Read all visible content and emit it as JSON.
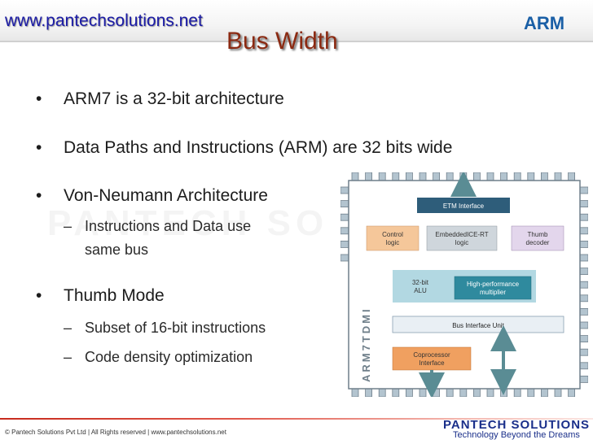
{
  "header": {
    "site_url": "www.pantechsolutions.net",
    "title": "Bus Width",
    "logo_text": "ARM"
  },
  "bullets": [
    {
      "text": "ARM7 is a 32-bit architecture",
      "subs": []
    },
    {
      "text": "Data Paths and Instructions (ARM) are 32 bits wide",
      "subs": []
    },
    {
      "text": "Von-Neumann Architecture",
      "subs": [
        {
          "line1": "Instructions and Data use",
          "line2": "same bus"
        }
      ]
    },
    {
      "text": "Thumb Mode",
      "subs": [
        {
          "line1": "Subset of 16-bit instructions"
        },
        {
          "line1": "Code density optimization"
        }
      ]
    }
  ],
  "diagram": {
    "chip_label": "ARM7TDMI",
    "etm": "ETM Interface",
    "control": [
      "Control",
      "logic"
    ],
    "ice": [
      "EmbeddedICE-RT",
      "logic"
    ],
    "thumb": [
      "Thumb",
      "decoder"
    ],
    "alu": [
      "32-bit",
      "ALU"
    ],
    "mult": [
      "High-performance",
      "multiplier"
    ],
    "biu": "Bus Interface Unit",
    "coproc": [
      "Coprocessor",
      "Interface"
    ]
  },
  "footer": {
    "copyright": "© Pantech Solutions Pvt Ltd | All Rights reserved | www.pantechsolutions.net",
    "brand": "PANTECH SOLUTIONS",
    "tagline": "Technology Beyond the Dreams"
  },
  "colors": {
    "title": "#8b2a12",
    "url": "#1a1aa6",
    "brand": "#1a2f8a",
    "footer_line": "#c72a1c",
    "chip_fill": "#ffffff",
    "pin_fill": "#b3c4cf"
  }
}
